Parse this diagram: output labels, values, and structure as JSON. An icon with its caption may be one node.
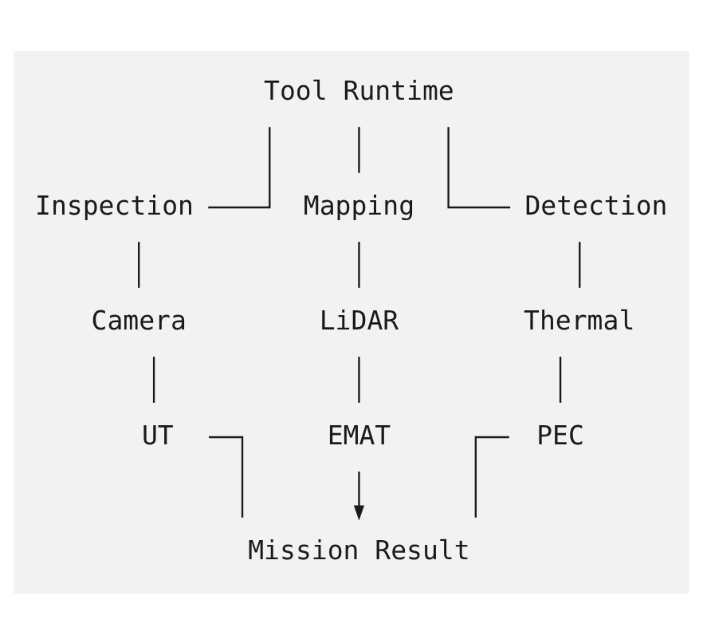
{
  "diagram": {
    "nodes": [
      {
        "text": [
          "Tool Runtime"
        ]
      },
      {
        "text": [
          "Inspection"
        ]
      },
      {
        "text": [
          "Mapping"
        ]
      },
      {
        "text": [
          "Detection"
        ]
      },
      {
        "text": [
          "Camera"
        ]
      },
      {
        "text": [
          "LiDAR"
        ]
      },
      {
        "text": [
          "Thermal"
        ]
      },
      {
        "text": [
          "UT"
        ]
      },
      {
        "text": [
          "EMAT"
        ]
      },
      {
        "text": [
          "PEC"
        ]
      },
      {
        "text": [
          "Mission Result"
        ]
      }
    ],
    "edges": [
      {
        "from": 0,
        "to": 1,
        "arrow": "none"
      },
      {
        "from": 0,
        "to": 2,
        "arrow": "none"
      },
      {
        "from": 0,
        "to": 3,
        "arrow": "none"
      },
      {
        "from": 1,
        "to": 4,
        "arrow": "none"
      },
      {
        "from": 2,
        "to": 5,
        "arrow": "none"
      },
      {
        "from": 3,
        "to": 6,
        "arrow": "none"
      },
      {
        "from": 4,
        "to": 7,
        "arrow": "none"
      },
      {
        "from": 5,
        "to": 8,
        "arrow": "none"
      },
      {
        "from": 6,
        "to": 9,
        "arrow": "none"
      },
      {
        "from": 7,
        "to": 10,
        "arrow": "none"
      },
      {
        "from": 8,
        "to": 10,
        "arrow": "to"
      },
      {
        "from": 9,
        "to": 10,
        "arrow": "none"
      }
    ]
  }
}
